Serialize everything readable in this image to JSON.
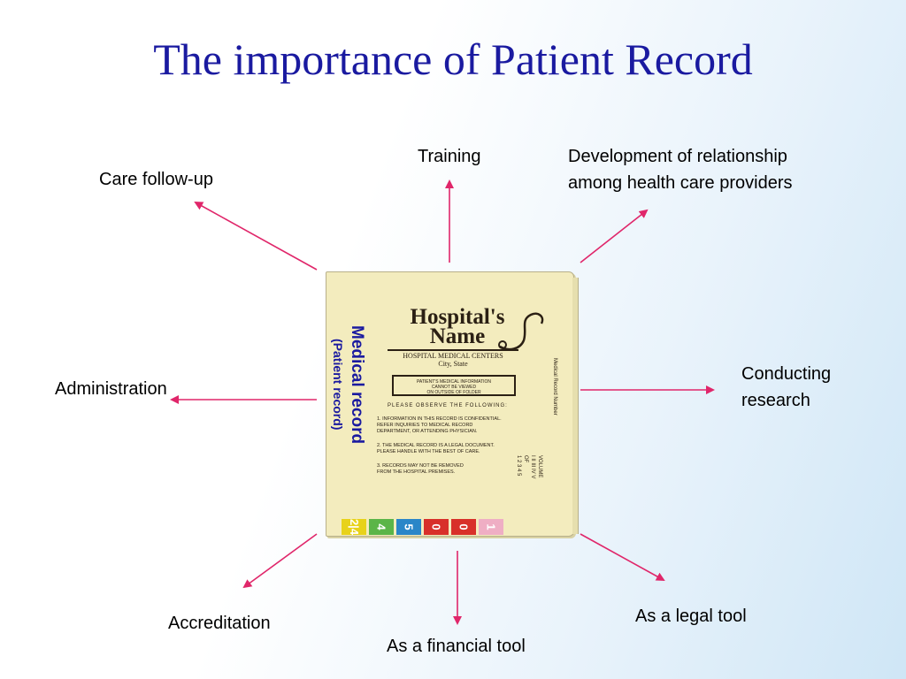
{
  "title": "The importance of Patient Record",
  "labels": {
    "training": "Training",
    "development": "Development of relationship\namong health care providers",
    "care_follow_up": "Care follow-up",
    "conducting_research": "Conducting\nresearch",
    "administration": "Administration",
    "accreditation": "Accreditation",
    "financial_tool": "As a financial tool",
    "legal_tool": "As a legal tool"
  },
  "folder": {
    "medical_record": "Medical record",
    "patient_record": "(Patient record)",
    "hospital_name": "Hospital's\nName",
    "centers": "HOSPITAL MEDICAL CENTERS",
    "city": "City, State",
    "notice": "PATIENT'S MEDICAL INFORMATION\nCANNOT BE VIEWED\nON OUTSIDE OF FOLDER",
    "observe": "PLEASE OBSERVE THE FOLLOWING:",
    "rule1": "1.   INFORMATION IN THIS RECORD IS CONFIDENTIAL.\n       REFER INQUIRIES TO MEDICAL RECORD\n       DEPARTMENT, OR ATTENDING PHYSICIAN.",
    "rule2": "2.   THE MEDICAL RECORD IS A LEGAL DOCUMENT.\n       PLEASE HANDLE WITH THE BEST OF CARE.",
    "rule3": "3.   RECORDS MAY NOT BE REMOVED\n       FROM THE HOSPITAL PREMISES.",
    "mr_number": "Medical Record Number",
    "volume": "VOLUME\nI  II  III  IV  V\nOF\n1  2  3  4  5",
    "tabs": [
      {
        "text": "2|4",
        "color": "#e8d21a"
      },
      {
        "text": "4",
        "color": "#5bb548"
      },
      {
        "text": "5",
        "color": "#2a86c8"
      },
      {
        "text": "0",
        "color": "#d8302a"
      },
      {
        "text": "0",
        "color": "#d8302a"
      },
      {
        "text": "1",
        "color": "#efaec4"
      }
    ]
  },
  "colors": {
    "title": "#1a1aa0",
    "arrow": "#e0266a",
    "folder": "#f3ecbe"
  }
}
